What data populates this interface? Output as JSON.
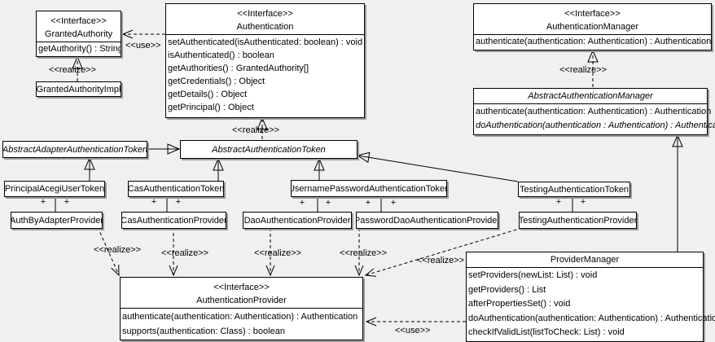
{
  "edge_labels": {
    "use": "<<use>>",
    "realize": "<<realize>>",
    "plus": "+"
  },
  "classes": {
    "granted_authority": {
      "stereotype": "<<Interface>>",
      "name": "GrantedAuthority",
      "methods": [
        "getAuthority() : String"
      ]
    },
    "granted_authority_impl": {
      "name": "GrantedAuthorityImpl"
    },
    "authentication": {
      "stereotype": "<<Interface>>",
      "name": "Authentication",
      "methods": [
        "setAuthenticated(isAuthenticated: boolean) : void",
        "isAuthenticated() : boolean",
        "getAuthorities() : GrantedAuthority[]",
        "getCredentials() : Object",
        "getDetails() : Object",
        "getPrincipal() : Object"
      ]
    },
    "authentication_manager": {
      "stereotype": "<<Interface>>",
      "name": "AuthenticationManager",
      "methods": [
        "authenticate(authentication: Authentication) : Authentication"
      ]
    },
    "abstract_authentication_manager": {
      "name": "AbstractAuthenticationManager",
      "methods": [
        "authenticate(authentication: Authentication) : Authentication",
        "doAuthentication(authentication : Authentication) : Authentication"
      ]
    },
    "abstract_adapter_authentication_token": {
      "name": "AbstractAdapterAuthenticationToken"
    },
    "abstract_authentication_token": {
      "name": "AbstractAuthenticationToken"
    },
    "principal_acegi_user_token": {
      "name": "PrincipalAcegiUserToken"
    },
    "cas_authentication_token": {
      "name": "CasAuthenticationToken"
    },
    "username_password_authentication_token": {
      "name": "UsernamePasswordAuthenticationToken"
    },
    "testing_authentication_token": {
      "name": "TestingAuthenticationToken"
    },
    "auth_by_adapter_provider": {
      "name": "AuthByAdapterProvider"
    },
    "cas_authentication_provider": {
      "name": "CasAuthenticationProvider"
    },
    "dao_authentication_provider": {
      "name": "DaoAuthenticationProvider"
    },
    "password_dao_authentication_provider": {
      "name": "PasswordDaoAuthenticationProvider"
    },
    "testing_authentication_provider": {
      "name": "TestingAuthenticationProvider"
    },
    "authentication_provider": {
      "stereotype": "<<Interface>>",
      "name": "AuthenticationProvider",
      "methods": [
        "authenticate(authentication: Authentication) : Authentication",
        "supports(authentication: Class) : boolean"
      ]
    },
    "provider_manager": {
      "name": "ProviderManager",
      "methods": [
        "setProviders(newList: List) : void",
        "getProviders() : List",
        "afterPropertiesSet() : void",
        "doAuthentication(authentication: Authentication) : Authentication",
        "checkIfValidList(listToCheck: List) : void"
      ]
    }
  },
  "colors": {
    "background": "#f0f0f0",
    "box_fill": "#ffffff",
    "line": "#000000",
    "shadow": "#9b9b9b"
  }
}
